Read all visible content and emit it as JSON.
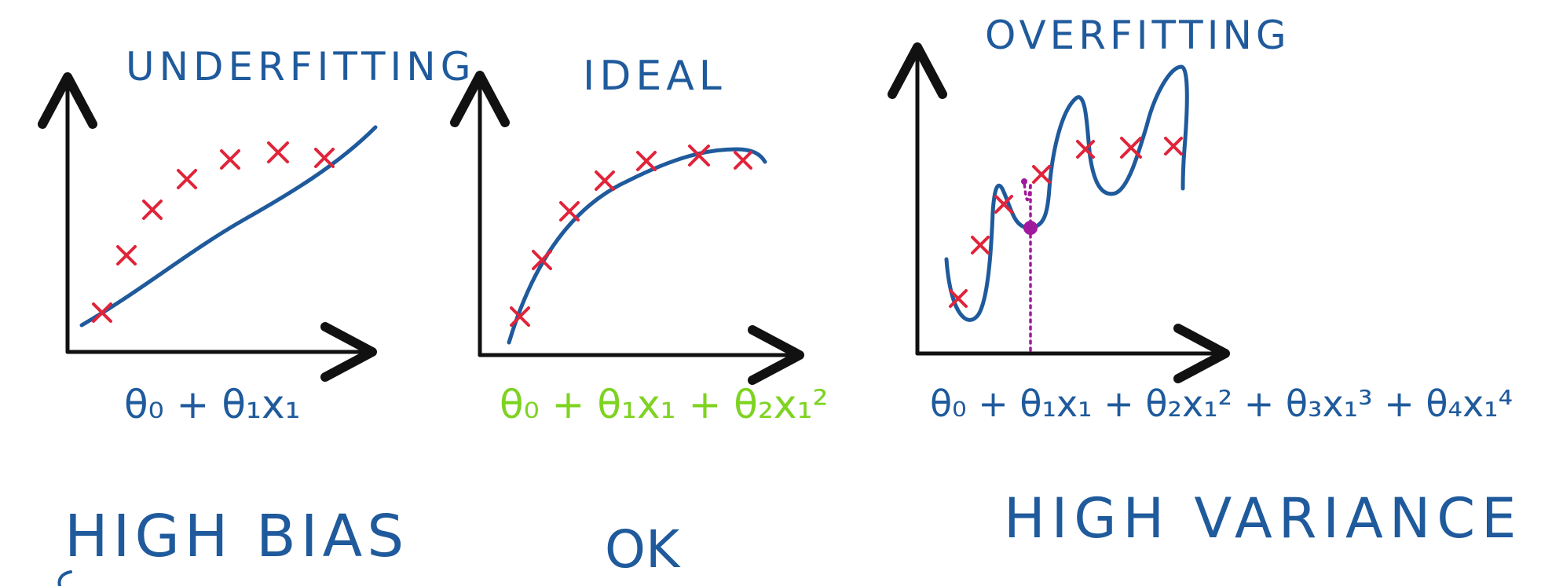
{
  "colors": {
    "ink": "#111111",
    "curve": "#1f5a9c",
    "points": "#e0243a",
    "formula_ideal": "#7ed321",
    "marker": "#a0199c"
  },
  "panels": [
    {
      "title": "UNDERFITTING",
      "formula": "θ₀ + θ₁x₁",
      "caption": "HIGH BIAS"
    },
    {
      "title": "IDEAL",
      "formula": "θ₀ + θ₁x₁ + θ₂x₁²",
      "caption": "OK"
    },
    {
      "title": "OVERFITTING",
      "formula": "θ₀ + θ₁x₁ + θ₂x₁² + θ₃x₁³ + θ₄x₁⁴",
      "caption": "HIGH VARIANCE"
    }
  ]
}
